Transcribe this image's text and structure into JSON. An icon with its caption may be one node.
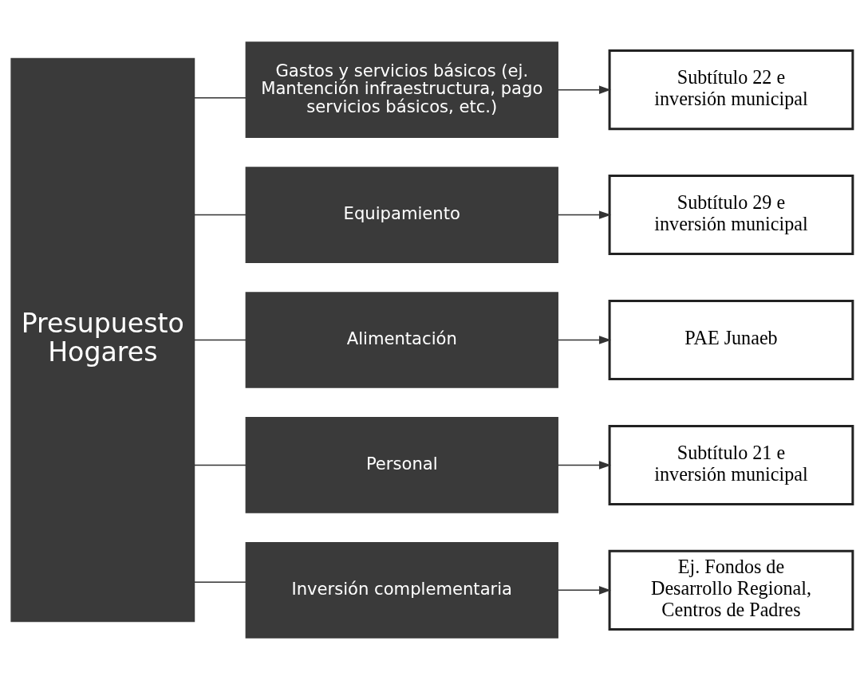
{
  "diagram": {
    "nodes": [
      {
        "text": [
          "Presupuesto Hogares"
        ]
      },
      {
        "text": [
          "Gastos y servicios básicos (ej. Mantención infraestructura, pago servicios básicos, etc.)"
        ]
      },
      {
        "text": [
          "Subtítulo 22 e inversión municipal"
        ]
      },
      {
        "text": [
          "Equipamiento"
        ]
      },
      {
        "text": [
          "Subtítulo 29 e inversión municipal"
        ]
      },
      {
        "text": [
          "Alimentación"
        ]
      },
      {
        "text": [
          "PAE Junaeb"
        ]
      },
      {
        "text": [
          "Personal"
        ]
      },
      {
        "text": [
          "Subtítulo 21 e inversión municipal"
        ]
      },
      {
        "text": [
          "Inversión complementaria"
        ]
      },
      {
        "text": [
          "Ej. Fondos de Desarrollo Regional, Centros de Padres"
        ]
      }
    ],
    "edges": [
      {
        "from": 0,
        "to": 1,
        "arrow": "none"
      },
      {
        "from": 0,
        "to": 3,
        "arrow": "none"
      },
      {
        "from": 0,
        "to": 5,
        "arrow": "none"
      },
      {
        "from": 0,
        "to": 7,
        "arrow": "none"
      },
      {
        "from": 0,
        "to": 9,
        "arrow": "none"
      },
      {
        "from": 1,
        "to": 2,
        "arrow": "to"
      },
      {
        "from": 3,
        "to": 4,
        "arrow": "to"
      },
      {
        "from": 5,
        "to": 6,
        "arrow": "to"
      },
      {
        "from": 7,
        "to": 8,
        "arrow": "to"
      },
      {
        "from": 9,
        "to": 10,
        "arrow": "to"
      }
    ]
  }
}
